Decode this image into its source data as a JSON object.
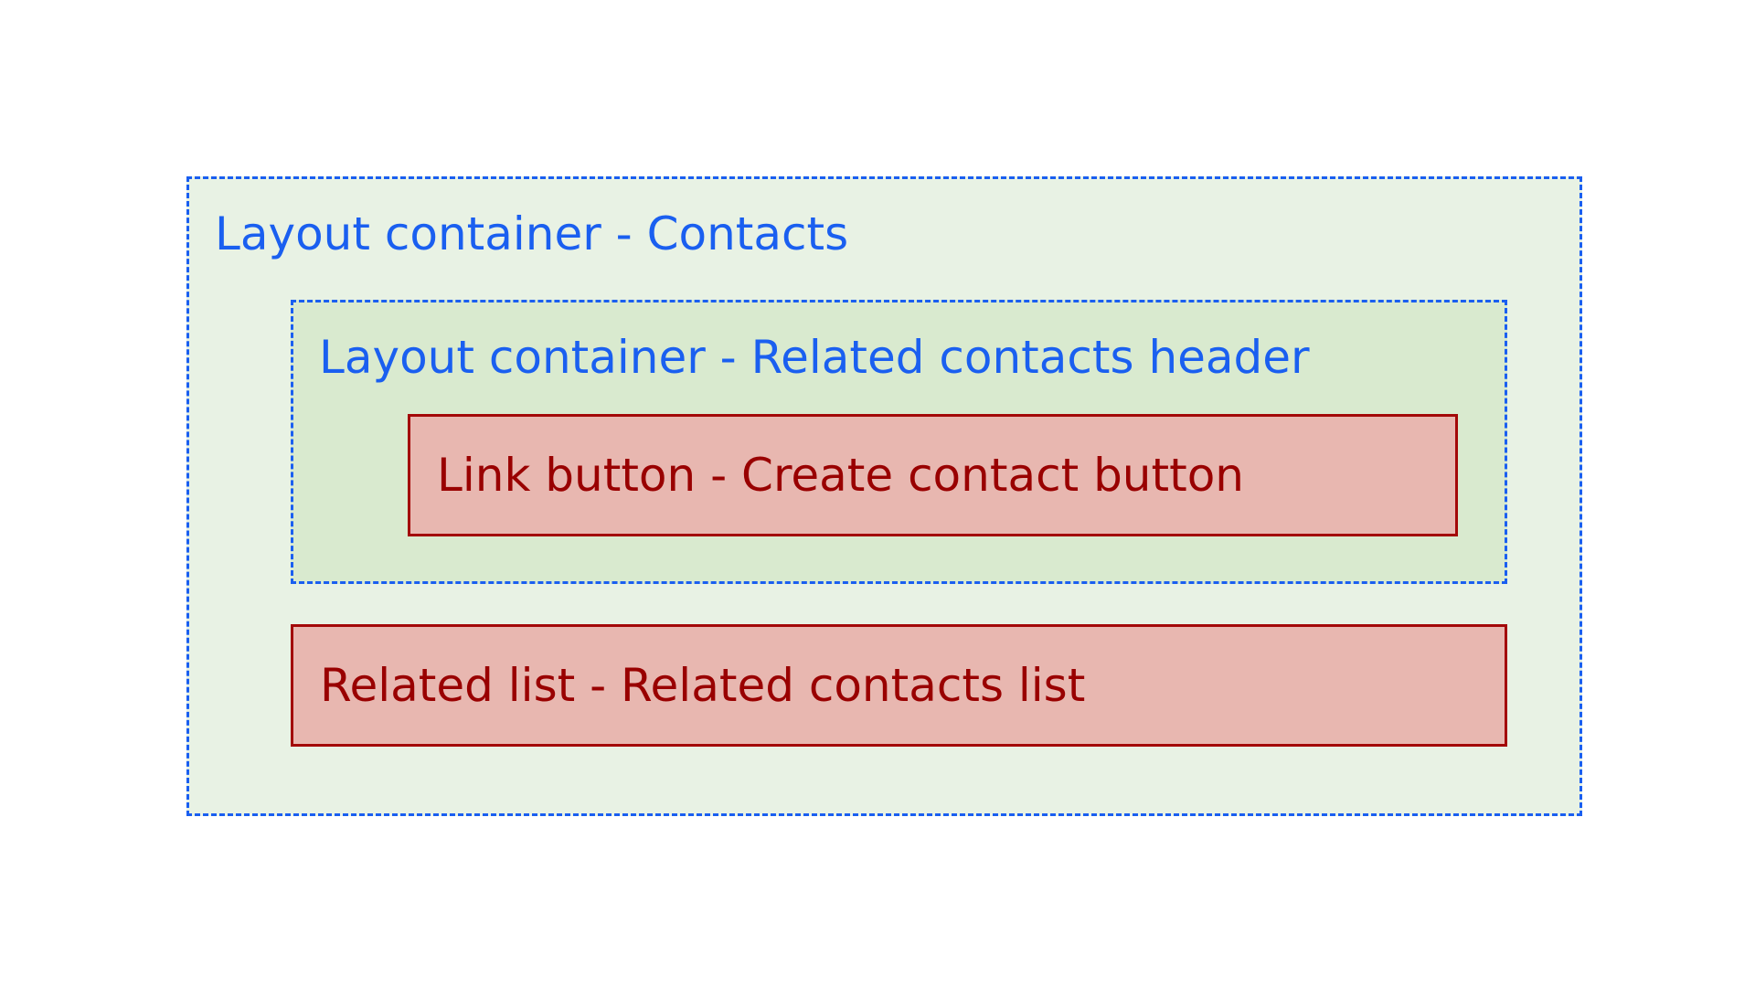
{
  "colors": {
    "container_border": "#1a5ff0",
    "container_text": "#1a5ff0",
    "outer_fill": "#e8f2e4",
    "inner_fill": "#d9eacf",
    "component_border": "#a30808",
    "component_fill": "#e8b7b0",
    "component_text": "#990000"
  },
  "diagram": {
    "outer_container": {
      "label": "Layout container - Contacts",
      "kind": "layout-container",
      "children": {
        "header_container": {
          "label": "Layout container - Related contacts header",
          "kind": "layout-container",
          "children": {
            "create_contact_button": {
              "label": "Link button - Create contact button",
              "kind": "component"
            }
          }
        },
        "related_list": {
          "label": "Related list - Related contacts list",
          "kind": "component"
        }
      }
    }
  }
}
